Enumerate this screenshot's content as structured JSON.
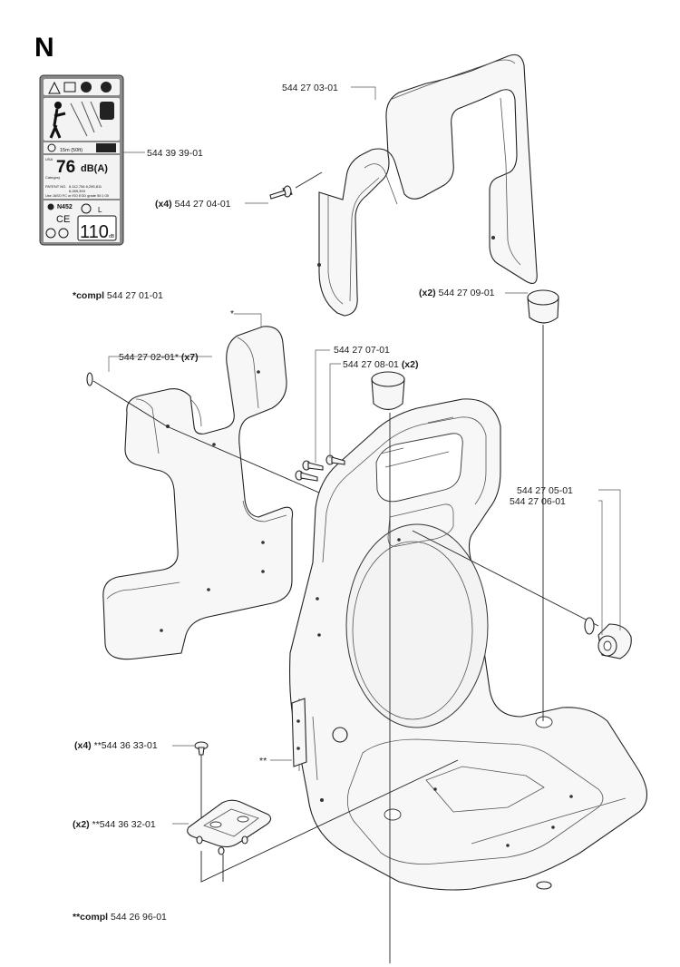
{
  "section_letter": "N",
  "labels": {
    "frame": "544 27 03-01",
    "decal": "544 39 39-01",
    "frame_screw_qty": "(x4)",
    "frame_screw": " 544 27 04-01",
    "cap_qty": "(x2)",
    "cap": " 544 27 09-01",
    "pad_compl_prefix": "*compl",
    "pad_compl": " 544 27 01-01",
    "pad_star": "*",
    "pad_rivet": "544 27 02-01* ",
    "pad_rivet_qty": "(x7)",
    "bolt1": "544 27 07-01",
    "bolt2": "544 27 08-01 ",
    "bolt2_qty": "(x2)",
    "knob1": "544 27 05-01",
    "knob2": "544 27 06-01",
    "plug_qty": "(x4)",
    "plug": " **544 36 33-01",
    "bracket_qty": "(x2)",
    "bracket": " **544 36 32-01",
    "doublestar": "**",
    "kit_compl_prefix": "**compl",
    "kit_compl": " 544 26 96-01"
  },
  "decal": {
    "sound_power_value": "76",
    "sound_power_unit": "dB(A)",
    "lwa_value": "110",
    "lwa_label": "L",
    "lwa_unit": "dB",
    "ce_mark": "CE",
    "model_code": "N452",
    "distance": "15m (50ft)",
    "usa": "USA",
    "category": "Category",
    "patent": "PATENT NO.",
    "patent_nos": "6,112,706   6,295,811",
    "patent_no3": "6,289,393",
    "oil_note": "Use JASO FC or ISO EGD grade 50:1 Oil"
  }
}
